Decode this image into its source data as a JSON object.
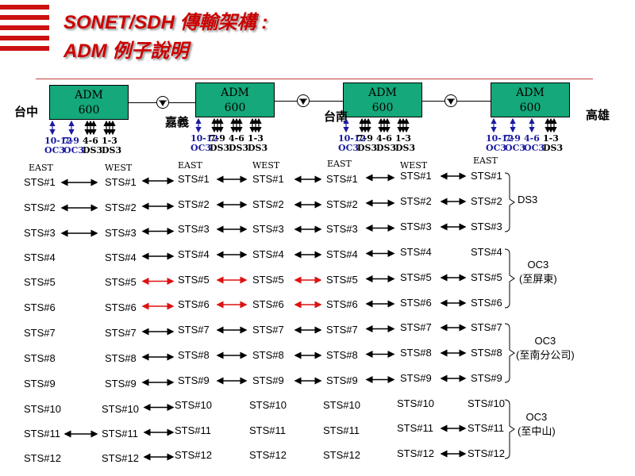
{
  "title": {
    "line1": "SONET/SDH 傳輸架構 :",
    "line2": "ADM 例子說明"
  },
  "nodes": [
    {
      "label": "ADM",
      "model": "600",
      "city": "台中",
      "tribs": [
        {
          "num": "10-12",
          "type": "OC3",
          "color": "blue"
        },
        {
          "num": "7-9",
          "type": "OC3",
          "color": "blue"
        },
        {
          "num": "4-6",
          "type": "DS3",
          "color": "black"
        },
        {
          "num": "1-3",
          "type": "DS3",
          "color": "black"
        }
      ]
    },
    {
      "label": "ADM",
      "model": "600",
      "city": "嘉義",
      "tribs": [
        {
          "num": "10-12",
          "type": "OC3",
          "color": "blue"
        },
        {
          "num": "7-9",
          "type": "DS3",
          "color": "black"
        },
        {
          "num": "4-6",
          "type": "DS3",
          "color": "black"
        },
        {
          "num": "1-3",
          "type": "DS3",
          "color": "black"
        }
      ]
    },
    {
      "label": "ADM",
      "model": "600",
      "city": "台南",
      "tribs": [
        {
          "num": "10-12",
          "type": "OC3",
          "color": "blue"
        },
        {
          "num": "7-9",
          "type": "DS3",
          "color": "black"
        },
        {
          "num": "4-6",
          "type": "DS3",
          "color": "black"
        },
        {
          "num": "1-3",
          "type": "DS3",
          "color": "black"
        }
      ]
    },
    {
      "label": "ADM",
      "model": "600",
      "city": "高雄",
      "tribs": [
        {
          "num": "10-12",
          "type": "OC3",
          "color": "blue"
        },
        {
          "num": "7-9",
          "type": "OC3",
          "color": "blue"
        },
        {
          "num": "4-6",
          "type": "OC3",
          "color": "blue"
        },
        {
          "num": "1-3",
          "type": "DS3",
          "color": "black"
        }
      ]
    }
  ],
  "direction_labels": [
    "EAST",
    "WEST",
    "EAST",
    "WEST",
    "EAST",
    "WEST",
    "EAST"
  ],
  "sts_labels": [
    "STS#1",
    "STS#2",
    "STS#3",
    "STS#4",
    "STS#5",
    "STS#6",
    "STS#7",
    "STS#8",
    "STS#9",
    "STS#10",
    "STS#11",
    "STS#12"
  ],
  "groups": [
    {
      "name": "DS3",
      "sub": ""
    },
    {
      "name": "OC3",
      "sub": "(至屏東)"
    },
    {
      "name": "OC3",
      "sub": "(至南分公司)"
    },
    {
      "name": "OC3",
      "sub": "(至中山)"
    }
  ],
  "colors": {
    "title": "#cc0000",
    "adm": "#14a87a",
    "rule": "#c84040",
    "tributary_oc3": "#1a1aa0",
    "highlight_arrow": "#dd1111"
  }
}
